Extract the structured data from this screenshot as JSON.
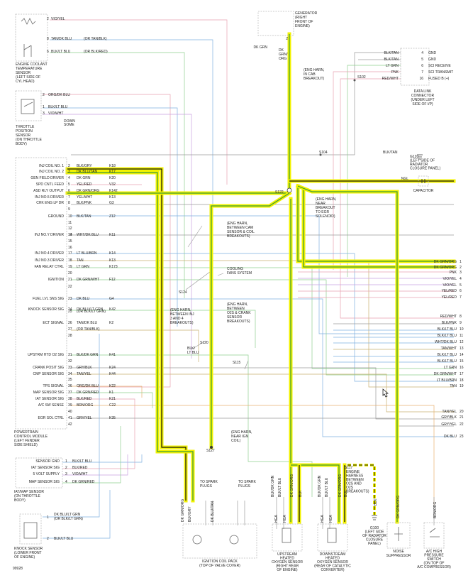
{
  "components": {
    "coolant_sensor": [
      "ENGINE COOLANT",
      "TEMPERATURE",
      "SENSOR",
      "(LEFT SIDE OF",
      "CYL HEAD)"
    ],
    "tps": [
      "THROTTLE",
      "POSITION",
      "SENSOR",
      "(ON THROTTLE",
      "BODY)"
    ],
    "pcm": [
      "POWERTRAIN",
      "CONTROL MODULE",
      "(LEFT FENDER",
      "SIDE SHIELD)"
    ],
    "map_sensor": [
      "IAT/MAP SENSOR",
      "(ON THROTTLE",
      "BODY)"
    ],
    "knock_sensor": [
      "KNOCK SENSOR",
      "(LOWER FRONT",
      "OF ENGINE)"
    ],
    "generator": [
      "GENERATOR",
      "(RIGHT",
      "FRONT OF",
      "ENGINE)"
    ],
    "dlc": [
      "DATA LINK",
      "CONNECTOR",
      "(UNDER LEFT",
      "SIDE OF I/P)"
    ],
    "coil_pack": [
      "IGNITION COIL PACK",
      "(TOP OF VALVE COVER)"
    ],
    "up_o2": [
      "UPSTREAM",
      "HEATED",
      "OXYGEN SENSOR",
      "(RIGHT REAR",
      "OF ENGINE)"
    ],
    "down_o2": [
      "DOWNSTREAM",
      "HEATED",
      "OXYGEN SENSOR",
      "(REAR OF CATALYTIC",
      "CONVERTER)"
    ],
    "noise": [
      "NOISE",
      "SUPPRESSOR"
    ],
    "ac_switch": [
      "A/C HIGH",
      "PRESSURE",
      "SWITCH",
      "(ON TOP OF",
      "A/C COMPRESSOR)"
    ],
    "capacitor": "CAPACITOR",
    "g120": [
      "G120",
      "(LEFT SIDE OF",
      "RADIATOR",
      "CLOSURE PANEL)"
    ],
    "g100": [
      "G100",
      "(LEFT SIDE",
      "OF RADIATOR",
      "CLOSURE",
      "PANEL)"
    ],
    "cooling_fans": [
      "COOLING",
      "FANS SYSTEM"
    ],
    "to_spark_1": [
      "TO SPARK",
      "PLUGS"
    ],
    "to_spark_2": [
      "TO SPARK",
      "PLUGS"
    ]
  },
  "splice_notes": {
    "s102": [
      "(ENG HARN,",
      "IN CAB",
      "BREAKOUT)"
    ],
    "s122": [
      "(ENG HARN,",
      "NEAR",
      "BREAKOUT",
      "TO EGR",
      "SOLENOID)"
    ],
    "s_cam": [
      "(ENG HARN,",
      "BETWEEN CAM",
      "SENSOR & COIL",
      "BREAKOUTS)"
    ],
    "s_inj": [
      "(ENG HARN,",
      "BETWEEN INJ",
      "3 AND 4",
      "BREAKOUTS)"
    ],
    "s_o2": [
      "(ENG HARN,",
      "BETWEEN",
      "O2S & CRANK",
      "SENSOR",
      "BREAKOUTS)"
    ],
    "s127": [
      "(ENG HARN,",
      "NEAR IGN",
      "COIL)"
    ],
    "s_o2s": [
      "ENGINE",
      "HARNESS",
      "BETWEEN",
      "O2S AND",
      "O2S",
      "BREAKOUTS)"
    ]
  },
  "splices": [
    "S102",
    "S104",
    "S122",
    "S124",
    "S120",
    "S115",
    "S127",
    "S117"
  ],
  "pcm_pins": [
    {
      "label": "INJ COIL NO. 1",
      "pin": "2",
      "wire": "BLK/GRY",
      "circuit": "K18"
    },
    {
      "label": "INJ COIL NO. 2",
      "pin": "3",
      "wire": "DK BLU/TAN",
      "circuit": "K17"
    },
    {
      "label": "GEN FIELD DRIVER",
      "pin": "4",
      "wire": "DK GRN",
      "circuit": "K20"
    },
    {
      "label": "SPD CNTL FEED",
      "pin": "5",
      "wire": "YEL/RED",
      "circuit": "V32"
    },
    {
      "label": "ASD RLY OUTPUT",
      "pin": "6",
      "wire": "DK GRN/ORG",
      "circuit": "K142"
    },
    {
      "label": "INJ NO.5 DRIVER",
      "pin": "7",
      "wire": "YEL/WHT",
      "circuit": "K13"
    },
    {
      "label": "CHK ENG LP DR",
      "pin": "8",
      "wire": "BLK/PNK",
      "circuit": "G3"
    },
    {
      "label": "",
      "pin": "9",
      "wire": "",
      "circuit": ""
    },
    {
      "label": "GROUND",
      "pin": "10",
      "wire": "BLK/TAN",
      "circuit": "Z12"
    },
    {
      "label": "",
      "pin": "11",
      "wire": "",
      "circuit": ""
    },
    {
      "label": "",
      "pin": "12",
      "wire": "",
      "circuit": ""
    },
    {
      "label": "",
      "pin": "13",
      "wire": "",
      "circuit": ""
    },
    {
      "label": "INJ NO.Y DRIVER",
      "pin": "14",
      "wire": "WHT/DK BLU",
      "circuit": "K11"
    },
    {
      "label": "",
      "pin": "15",
      "wire": "",
      "circuit": ""
    },
    {
      "label": "",
      "pin": "16",
      "wire": "",
      "circuit": ""
    },
    {
      "label": "INJ NO.4 DRIVER",
      "pin": "17",
      "wire": "LT BLU/BRN",
      "circuit": "K14"
    },
    {
      "label": "INJ NO.3 DRIVER",
      "pin": "18",
      "wire": "TAN",
      "circuit": "K13"
    },
    {
      "label": "FAN RELAY CTRL",
      "pin": "19",
      "wire": "LT GRN",
      "circuit": "K173"
    },
    {
      "label": "",
      "pin": "20",
      "wire": "",
      "circuit": ""
    },
    {
      "label": "IGNITION",
      "pin": "21",
      "wire": "DK GRN/WHT",
      "circuit": "F12"
    },
    {
      "label": "",
      "pin": "22",
      "wire": "",
      "circuit": ""
    },
    {
      "label": "FUEL LVL SNS SIG",
      "pin": "23",
      "wire": "DK BLU",
      "circuit": "G4"
    },
    {
      "label": "KNOCK SENSOR SIG",
      "pin": "24",
      "wire": "DK BLU/LT GRN",
      "circuit": "K42"
    },
    {
      "label": "",
      "pin": "25",
      "wire": "(OR BLK/LT GRN)",
      "circuit": ""
    },
    {
      "label": "ECT SIGNAL",
      "pin": "26",
      "wire": "TAN/DK BLU",
      "circuit": "K2"
    },
    {
      "label": "",
      "pin": "27",
      "wire": "(OR TAN/BLK)",
      "circuit": ""
    },
    {
      "label": "",
      "pin": "28",
      "wire": "",
      "circuit": ""
    },
    {
      "label": "UPSTRM HTD O2 SIG",
      "pin": "31",
      "wire": "BLK/DK GRN",
      "circuit": "K41"
    },
    {
      "label": "",
      "pin": "32",
      "wire": "",
      "circuit": ""
    },
    {
      "label": "CRANK POSIT SIG",
      "pin": "33",
      "wire": "GRY/BLK",
      "circuit": "K24"
    },
    {
      "label": "CMP SENSOR SIG",
      "pin": "34",
      "wire": "TAN/YEL",
      "circuit": "K44"
    },
    {
      "label": "",
      "pin": "35",
      "wire": "",
      "circuit": ""
    },
    {
      "label": "TPS SIGNAL",
      "pin": "36",
      "wire": "ORG/DK BLU",
      "circuit": "K22"
    },
    {
      "label": "MAP SENSOR SIG",
      "pin": "37",
      "wire": "DK GRN/RED",
      "circuit": "K1"
    },
    {
      "label": "IAT SENSOR SIG",
      "pin": "38",
      "wire": "BLK/RED",
      "circuit": "K21"
    },
    {
      "label": "A/C SW SENSE",
      "pin": "39",
      "wire": "BRN/ORG",
      "circuit": "C22"
    },
    {
      "label": "",
      "pin": "40",
      "wire": "",
      "circuit": ""
    },
    {
      "label": "EGR SOL CTRL",
      "pin": "41",
      "wire": "GRY/YEL",
      "circuit": "K35"
    },
    {
      "label": "",
      "pin": "42",
      "wire": "",
      "circuit": ""
    }
  ],
  "coolant_wires": [
    {
      "pin": "2",
      "wire": "VIO/YEL",
      "alt": ""
    },
    {
      "pin": "8",
      "wire": "TAN/DK BLU",
      "alt": "(OR TAN/BLK)"
    },
    {
      "pin": "6",
      "wire": "BLK/LT BLU",
      "alt": "(OR BLK/RED)"
    }
  ],
  "tps_wires": [
    {
      "pin": "2",
      "wire": "ORG/DK BLU"
    },
    {
      "pin": "1",
      "wire": "BLK/LT BLU"
    },
    {
      "pin": "3",
      "wire": "VIO/WHT"
    }
  ],
  "tps_note": [
    "DOWN",
    "SOME"
  ],
  "map_pins": [
    {
      "label": "SENSOR GND",
      "pin": "1",
      "wire": "BLK/LT BLU"
    },
    {
      "label": "IAT SENSOR SIG",
      "pin": "2",
      "wire": "BLK/RED"
    },
    {
      "label": "5 VOLT SUPPLY",
      "pin": "3",
      "wire": "VIO/WHT"
    },
    {
      "label": "MAP SENSOR SIG",
      "pin": "4",
      "wire": "DK GRN/RED"
    }
  ],
  "knock_wires": [
    "DK BLU/LT GRN",
    "(OR BLK/LT GRN)",
    "BLK/LT BLU"
  ],
  "knock_pins": [
    "1",
    "2"
  ],
  "dlc_pins": [
    {
      "wire": "BLK/TAN",
      "pin": "4",
      "label": "GND"
    },
    {
      "wire": "BLK/TAN",
      "pin": "5",
      "label": "GND"
    },
    {
      "wire": "LT GRN",
      "pin": "6",
      "label": "SCI RECEIVE"
    },
    {
      "wire": "PNK",
      "pin": "7",
      "label": "SCI TRANSMIT"
    },
    {
      "wire": "RED/WHT",
      "pin": "16",
      "label": "FUSED B (+)"
    }
  ],
  "generator_wires": [
    "DK GRN",
    "DK",
    "GRN/",
    "ORG"
  ],
  "generator_pin": "2",
  "ground_wire": "BLK/TAN",
  "cap_wire": "NGL",
  "right_wires": [
    {
      "wire": "DK GRN/ORG",
      "pin": "1"
    },
    {
      "wire": "DK GRN/ORG",
      "pin": "2"
    },
    {
      "wire": "PNK",
      "pin": "3"
    },
    {
      "wire": "VIO/YEL",
      "pin": "4"
    },
    {
      "wire": "VIO/YEL",
      "pin": "5"
    },
    {
      "wire": "YEL/RED",
      "pin": "6"
    },
    {
      "wire": "YEL/RED",
      "pin": "7"
    },
    {
      "wire": "RED/WHT",
      "pin": "8"
    },
    {
      "wire": "BLK/PNK",
      "pin": "9"
    },
    {
      "wire": "BLK/LT BLU",
      "pin": "10"
    },
    {
      "wire": "BLK/LT BLU",
      "pin": "11"
    },
    {
      "wire": "WHT/DK BLU",
      "pin": "12"
    },
    {
      "wire": "TAN/WHT",
      "pin": "13"
    },
    {
      "wire": "BLK/LT BLU",
      "pin": "14"
    },
    {
      "wire": "BLK/LT BLU",
      "pin": "15"
    },
    {
      "wire": "LT GRN",
      "pin": "16"
    },
    {
      "wire": "DK GRN/WHT",
      "pin": "17"
    },
    {
      "wire": "LT BLU/BRN",
      "pin": "18"
    },
    {
      "wire": "TAN",
      "pin": "19"
    },
    {
      "wire": "TAN/YEL",
      "pin": "20"
    },
    {
      "wire": "GRY/BLK",
      "pin": "21"
    },
    {
      "wire": "GRY/YEL",
      "pin": "22"
    },
    {
      "wire": "DK BLU",
      "pin": "23"
    }
  ],
  "bottom_wire_labels": {
    "coil1": "DK GRN/ORG",
    "coil2": "BLK/GRY",
    "coil3": "DK BLU/TAN",
    "up1": "BLK/DK GRN",
    "up2": "BLK/LT BLU",
    "up3": "DK GRN/ORG",
    "dn1": "BLK/DK GRN",
    "dn2": "BLK/LT BLU",
    "dn3": "DK GRN/ORG",
    "gnd": "BLK",
    "noise": "DK GRN/ORG",
    "ac": "BRN/ORG",
    "blk_ltblu": "BLK/\nLT BLU"
  },
  "hga": "HGA",
  "page_number": "99928",
  "colors": {
    "highlight_yellow": "#f2f200",
    "highlight_green": "#3a9a3a",
    "wire_pink": "#e8a0b0",
    "wire_blue": "#7fb0e0",
    "wire_green": "#8fd08f",
    "wire_gray": "#9a9a9a"
  }
}
